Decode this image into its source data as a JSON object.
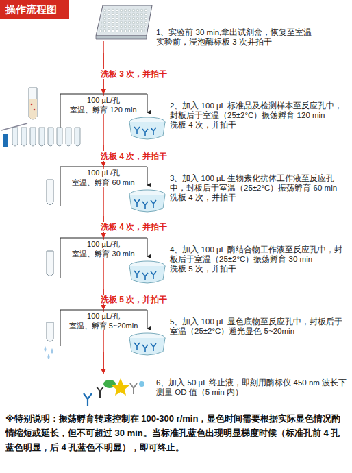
{
  "diagram": {
    "title": "操作流程图",
    "nodes": [
      {
        "text": [
          "1、实验前 30 min,拿出试剂盒，恢复至室温",
          "实验前，浸泡酶标板 3 次并拍干"
        ]
      },
      {
        "text": [
          "100 µL/孔",
          "室温、孵育 120 min",
          "2、加入 100 µL 标准品及检测样本至反应孔中，封板后于室温（25±2°C）振荡孵育 120 min",
          "洗板 4 次，并拍干"
        ]
      },
      {
        "text": [
          "100 µL/孔",
          "室温、孵育 60 min",
          "3、加入 100 µL 生物素化抗体工作液至反应孔中，封板后于室温（25±2°C）振荡孵育 60 min",
          "洗板 4 次，并拍干"
        ]
      },
      {
        "text": [
          "100 µL/孔",
          "室温、孵育 30 min",
          "4、加入 100 µL 酶结合物工作液至反应孔中，封板后于室温（25±2°C）振荡孵育 30 min",
          "洗板 5 次，并拍干"
        ]
      },
      {
        "text": [
          "100 µL/孔",
          "室温、孵育 5~20min",
          "5、加入 100 µL 显色底物至反应孔中，封板后于室温（25±2°C）避光显色 5~20min"
        ]
      },
      {
        "text": [
          "6、加入 50 µL 终止液，即刻用酶标仪 450 nm 波长下测量 OD 值（5 min 内）"
        ]
      }
    ],
    "edges": [
      {
        "from": 0,
        "to": 1,
        "label": "洗板 3 次，并拍干",
        "arrow": "to"
      },
      {
        "from": 1,
        "to": 2,
        "label": "洗板 4 次，并拍干",
        "arrow": "to"
      },
      {
        "from": 2,
        "to": 3,
        "label": "洗板 4 次，并拍干",
        "arrow": "to"
      },
      {
        "from": 3,
        "to": 4,
        "label": "洗板 5 次，并拍干",
        "arrow": "to"
      },
      {
        "from": 4,
        "to": 5,
        "arrow": "to"
      }
    ],
    "labels": [
      "※特别说明：振荡孵育转速控制在 100-300 r/min，显色时间需要根据实际显色情况酌情缩短或延长，但不可超过 30 min。当标准孔蓝色出现明显梯度时候（标准孔前 4 孔蓝色明显，后 4 孔蓝色不明显），即可终止。"
    ]
  }
}
